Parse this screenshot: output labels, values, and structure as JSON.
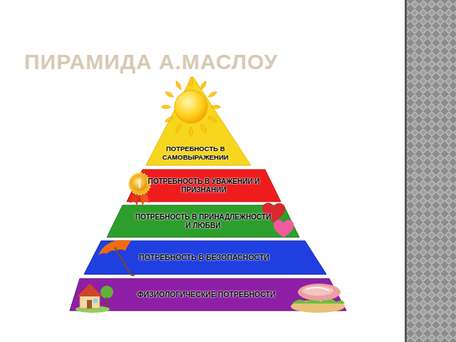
{
  "diagram": {
    "title": "ПИРАМИДА А.МАСЛОУ",
    "nodes": [
      {
        "text": [
          "ПОТРЕБНОСТЬ В САМОВЫРАЖЕНИИ"
        ]
      },
      {
        "text": [
          "ПОТРЕБНОСТЬ В УВАЖЕНИИ И ПРИЗНАНИИ"
        ]
      },
      {
        "text": [
          "ПОТРЕБНОСТЬ В ПРИНАДЛЕЖНОСТИ И ЛЮБВИ"
        ]
      },
      {
        "text": [
          "ПОТРЕБНОСТЬ В БЕЗОПАСНОСТИ"
        ]
      },
      {
        "text": [
          "ФИЗИОЛОГИЧЕСКИЕ ПОТРЕБНОСТИ"
        ]
      }
    ]
  }
}
